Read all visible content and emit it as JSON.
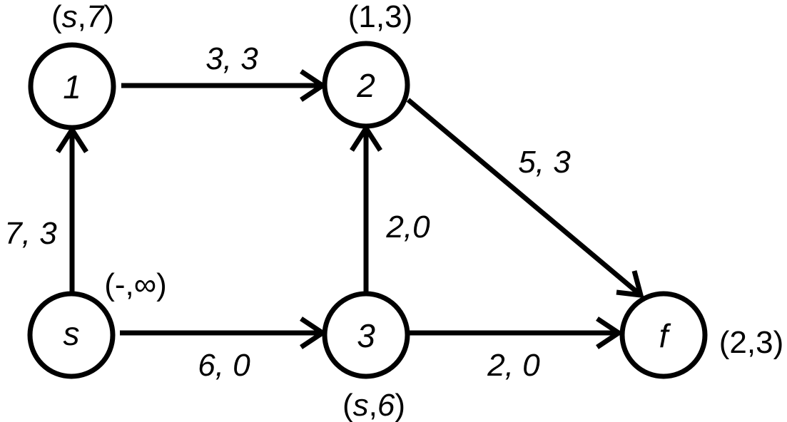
{
  "nodes": {
    "n1": {
      "label": "1"
    },
    "n2": {
      "label": "2"
    },
    "ns": {
      "label": "s"
    },
    "n3": {
      "label": "3"
    },
    "nf": {
      "label": "f"
    }
  },
  "node_marks": {
    "n1": {
      "open": "(",
      "pred": "s",
      "sep": ",",
      "value": "7",
      "close": ")"
    },
    "n2": {
      "text": "(1,3)"
    },
    "ns": {
      "text": "(-,∞)"
    },
    "n3": {
      "open": "(",
      "pred": "s",
      "sep": ",",
      "value": "6",
      "close": ")"
    },
    "nf": {
      "text": "(2,3)"
    }
  },
  "edges": {
    "e_1_2": {
      "label": "3, 3"
    },
    "e_s_1": {
      "label": "7, 3"
    },
    "e_s_3": {
      "label": "6, 0"
    },
    "e_3_2": {
      "label": "2,0"
    },
    "e_2_f": {
      "label": "5, 3"
    },
    "e_3_f": {
      "label": "2, 0"
    }
  }
}
